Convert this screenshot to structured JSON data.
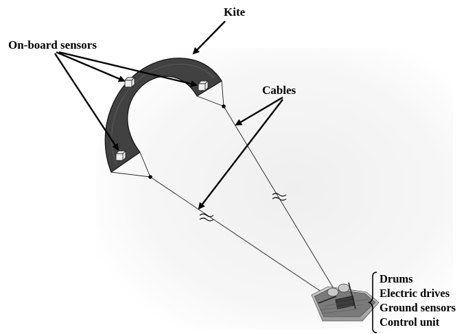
{
  "labels": {
    "kite": "Kite",
    "on_board_sensors": "On-board sensors",
    "cables": "Cables"
  },
  "ground_unit": {
    "items": [
      "Drums",
      "Electric drives",
      "Ground sensors",
      "Control unit"
    ]
  },
  "icons": {
    "kite": "kite-wing-icon",
    "sensor": "sensor-cube-icon",
    "ground_unit": "ground-station-icon"
  },
  "colors": {
    "kite_fill": "#404040",
    "kite_edge": "#111111",
    "background_haze": "#f3f3f3",
    "sensor_fill": "#eeeeee"
  }
}
